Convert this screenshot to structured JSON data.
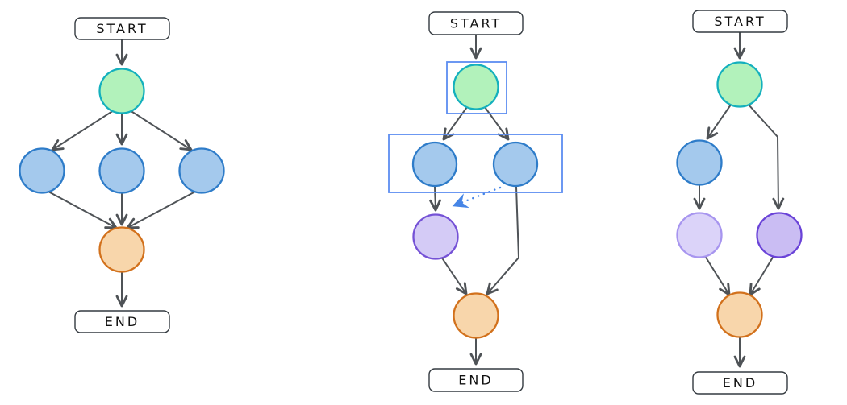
{
  "canvas": {
    "background": "#ffffff"
  },
  "colors": {
    "arrow": "#4f5357",
    "box_fill": "#ffffff",
    "box_stroke": "#343a40",
    "text": "#111111",
    "green_fill": "#b2f2bb",
    "green_stroke": "#14b0bd",
    "blue_fill": "#a4c9ed",
    "blue_stroke": "#2e7cc9",
    "purple_fill": "#d4cbf6",
    "purple_stroke": "#7552d6",
    "purple_light_fill": "#dbd3f9",
    "purple_light_stroke": "#a795ef",
    "purple_dark_fill": "#cabdf3",
    "purple_dark_stroke": "#6a43d8",
    "orange_fill": "#f8d6ab",
    "orange_stroke": "#d2711c",
    "selection_stroke": "#5c8df0",
    "dotted_arrow": "#4685e6"
  },
  "diagrams": [
    {
      "id": "left",
      "title": "fan-out-fan-in-flow",
      "start_label": "START",
      "end_label": "END"
    },
    {
      "id": "middle",
      "title": "selected-group-with-dependency",
      "start_label": "START",
      "end_label": "END"
    },
    {
      "id": "right",
      "title": "two-branch-flow",
      "start_label": "START",
      "end_label": "END"
    }
  ]
}
